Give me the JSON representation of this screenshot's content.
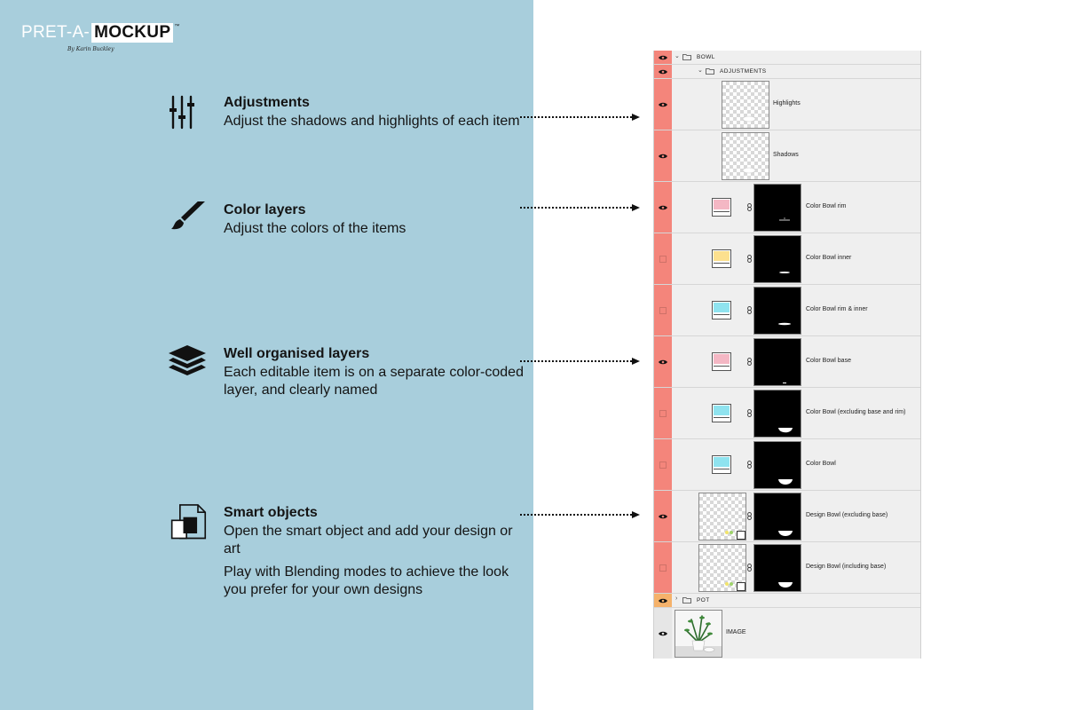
{
  "logo": {
    "part1": "PRET-A-",
    "part2": "MOCKUP",
    "tm": "™",
    "byline": "By Karin Buckley"
  },
  "features": [
    {
      "title": "Adjustments",
      "desc": "Adjust the shadows and highlights of each item",
      "desc2": ""
    },
    {
      "title": "Color layers",
      "desc": "Adjust the colors of the items",
      "desc2": ""
    },
    {
      "title": "Well organised layers",
      "desc": "Each editable item is on a separate color-coded layer, and clearly named",
      "desc2": ""
    },
    {
      "title": "Smart objects",
      "desc": "Open the smart object and add your design or art",
      "desc2": "Play with Blending modes to achieve the look you prefer for your own designs"
    }
  ],
  "icons": {
    "adjustments": "sliders-icon",
    "color": "paintbrush-icon",
    "layers": "layers-stack-icon",
    "smart": "smart-object-icon",
    "visible": "eye-icon",
    "folder": "folder-icon",
    "link": "chain-link-icon"
  },
  "layers": {
    "group_bowl": "BOWL",
    "group_adjustments": "ADJUSTMENTS",
    "highlights": "Highlights",
    "shadows": "Shadows",
    "color_rows": [
      {
        "label": "Color Bowl rim",
        "color": "#f4b7c4",
        "visible": true
      },
      {
        "label": "Color Bowl inner",
        "color": "#fce08e",
        "visible": false
      },
      {
        "label": "Color Bowl rim & inner",
        "color": "#8fe3ef",
        "visible": false
      },
      {
        "label": "Color Bowl base",
        "color": "#f4b7c4",
        "visible": true
      },
      {
        "label": "Color Bowl (excluding base and rim)",
        "color": "#8fe3ef",
        "visible": false
      },
      {
        "label": "Color Bowl",
        "color": "#8fe3ef",
        "visible": false
      }
    ],
    "design_rows": [
      {
        "label": "Design Bowl (excluding base)",
        "visible": true
      },
      {
        "label": "Design Bowl (including base)",
        "visible": false
      }
    ],
    "group_pot": "POT",
    "image": "IMAGE"
  },
  "colors": {
    "left_panel": "#a8cedc",
    "group_red": "#f4857b",
    "group_orange": "#f5b26b"
  }
}
